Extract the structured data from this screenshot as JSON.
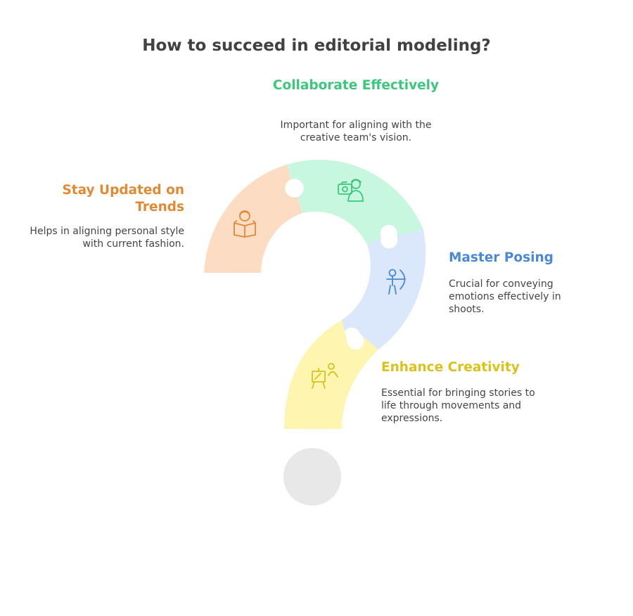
{
  "title": "How to succeed in editorial modeling?",
  "colors": {
    "collaborate": "#3cc77d",
    "trends": "#e08a34",
    "posing": "#4a88d9",
    "creativity": "#d9c21a",
    "collaborate_fill": "#c8f7df",
    "trends_fill": "#fcddc3",
    "posing_fill": "#dbe8fc",
    "creativity_fill": "#fdf5b0",
    "dot_fill": "#e8e8e8"
  },
  "steps": {
    "collaborate": {
      "heading": "Collaborate Effectively",
      "description": "Important for aligning with the creative team's vision.",
      "icon": "camera-person-icon"
    },
    "trends": {
      "heading": "Stay Updated on Trends",
      "description": "Helps in aligning personal style with current fashion.",
      "icon": "reading-person-icon"
    },
    "posing": {
      "heading": "Master Posing",
      "description": "Crucial for conveying emotions effectively in shoots.",
      "icon": "archer-pose-icon"
    },
    "creativity": {
      "heading": "Enhance Creativity",
      "description": "Essential for bringing stories to life through movements and expressions.",
      "icon": "easel-artist-icon"
    }
  }
}
